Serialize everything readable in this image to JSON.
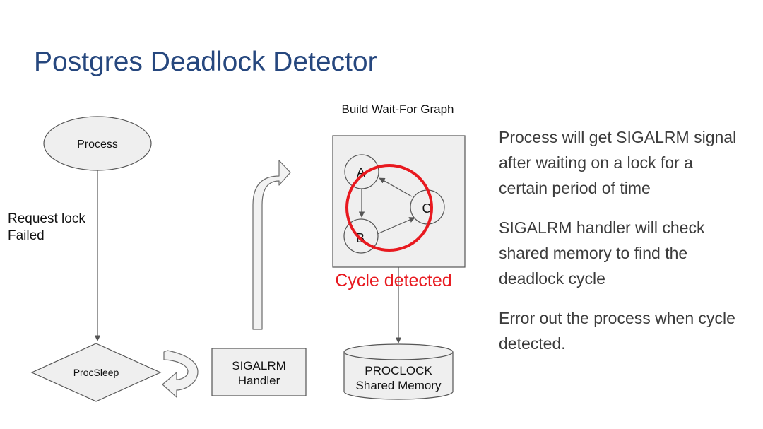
{
  "slide": {
    "title": "Postgres Deadlock Detector"
  },
  "flow": {
    "process_label": "Process",
    "request_label_line1": "Request lock",
    "request_label_line2": "Failed",
    "procsleep_label": "ProcSleep",
    "handler_line1": "SIGALRM",
    "handler_line2": "Handler"
  },
  "wait_for_graph": {
    "heading": "Build Wait-For Graph",
    "nodes": [
      "A",
      "B",
      "C"
    ],
    "cycle_label": "Cycle detected",
    "cycle_color": "#e8191f"
  },
  "storage": {
    "line1": "PROCLOCK",
    "line2": "Shared Memory"
  },
  "notes": [
    "Process will get SIGALRM signal after waiting on a lock for a certain period of time",
    "SIGALRM handler will check shared memory to find the deadlock cycle",
    "Error out the process when cycle detected."
  ]
}
